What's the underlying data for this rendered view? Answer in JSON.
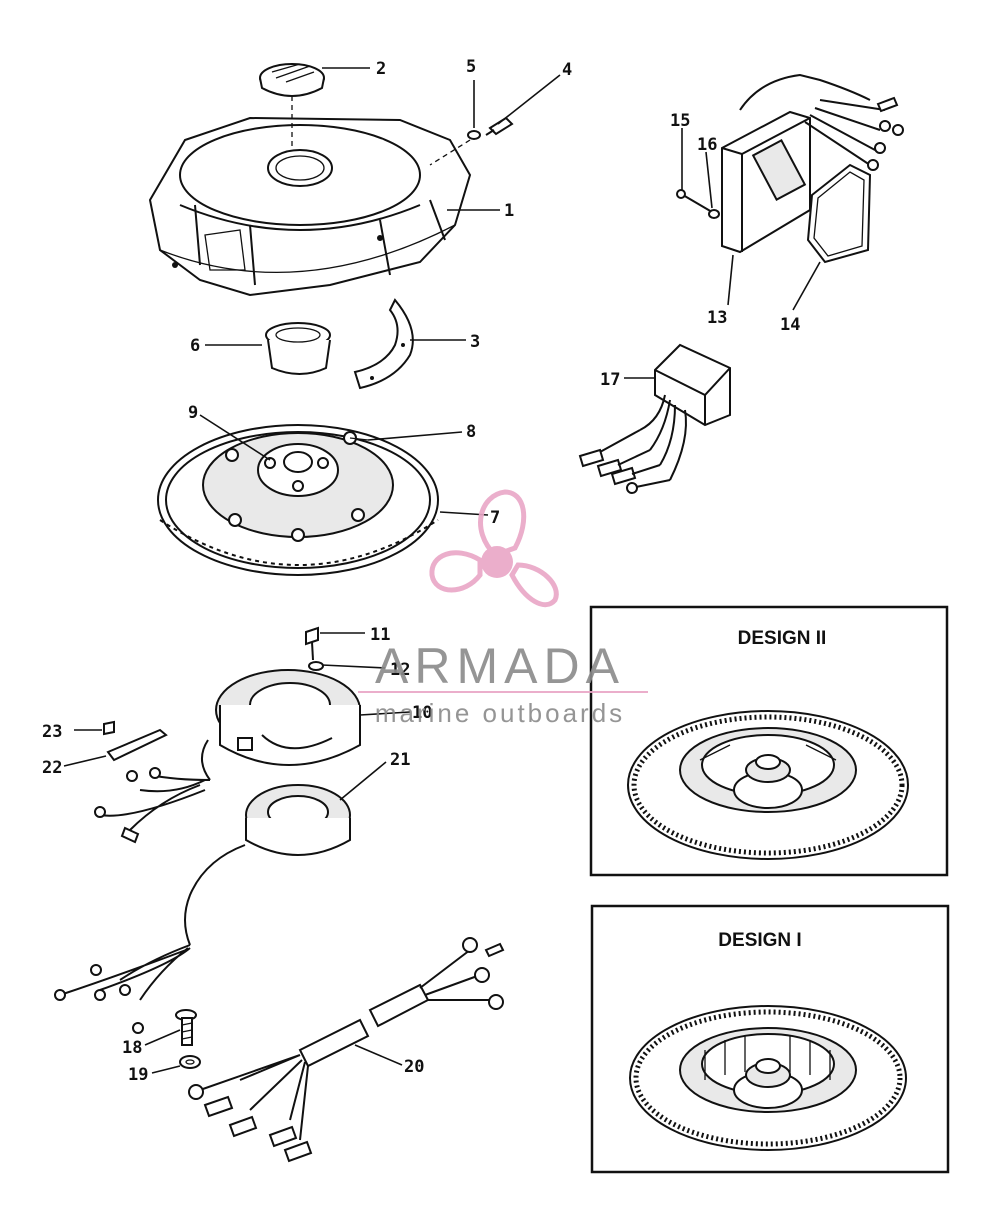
{
  "callouts": [
    "1",
    "2",
    "3",
    "4",
    "5",
    "6",
    "7",
    "8",
    "9",
    "10",
    "11",
    "12",
    "13",
    "14",
    "15",
    "16",
    "17",
    "18",
    "19",
    "20",
    "21",
    "22",
    "23"
  ],
  "panels": {
    "design_ii": "DESIGN II",
    "design_i": "DESIGN I"
  },
  "watermark": {
    "brand": "ARMADA",
    "tagline": "marine outboards",
    "color": "#e9a6c6"
  }
}
